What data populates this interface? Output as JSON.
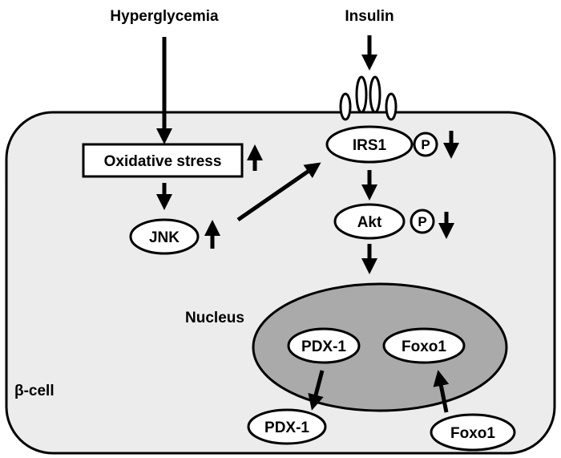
{
  "labels": {
    "hyperglycemia": "Hyperglycemia",
    "insulin": "Insulin",
    "nucleus": "Nucleus",
    "cell": "β-cell"
  },
  "nodes": {
    "oxidative_stress": "Oxidative stress",
    "jnk": "JNK",
    "irs1": "IRS1",
    "akt": "Akt",
    "pdx1_nucleus": "PDX-1",
    "foxo1_nucleus": "Foxo1",
    "pdx1_cytoplasm": "PDX-1",
    "foxo1_cytoplasm": "Foxo1",
    "phospho_irs1": "P",
    "phospho_akt": "P"
  },
  "colors": {
    "cell_fill": "#ececec",
    "nucleus_fill": "#aaaaaa",
    "line": "#000000",
    "node_fill": "#ffffff"
  },
  "indicators": {
    "oxidative_stress": "up",
    "jnk": "up",
    "irs1_phosphorylation": "down",
    "akt_phosphorylation": "down"
  }
}
